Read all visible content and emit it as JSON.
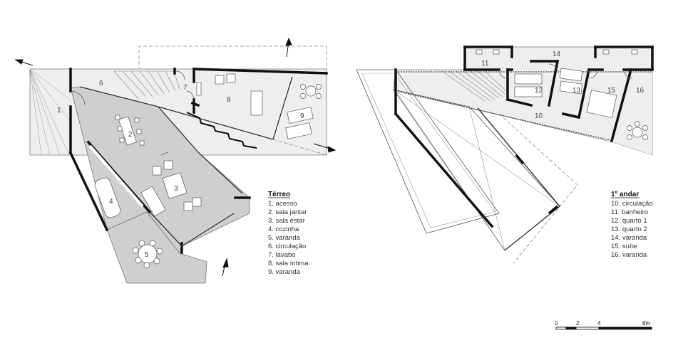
{
  "ground_floor": {
    "title": "Térreo",
    "rooms": [
      "1. acesso",
      "2. sala jantar",
      "3. sala estar",
      "4. cozinha",
      "5. varanda",
      "6. circulação",
      "7. lavabo",
      "8. sala íntima",
      "9. varanda"
    ],
    "numbers": [
      "1",
      "2",
      "3",
      "4",
      "5",
      "6",
      "7",
      "8",
      "9"
    ]
  },
  "upper_floor": {
    "title": "1º andar",
    "rooms": [
      "10. circulação",
      "11. banheiro",
      "12. quarto 1",
      "13. quarto 2",
      "14. varanda",
      "15. suíte",
      "16. varanda"
    ],
    "numbers": [
      "10",
      "11",
      "12",
      "13",
      "14",
      "15",
      "16"
    ]
  },
  "scale_bar": {
    "ticks": [
      "0",
      "2",
      "4",
      "8m"
    ]
  },
  "colors": {
    "wall": "#111111",
    "floor_light": "#eeeeee",
    "floor_dark": "#cfcfcf",
    "line": "#555555"
  }
}
